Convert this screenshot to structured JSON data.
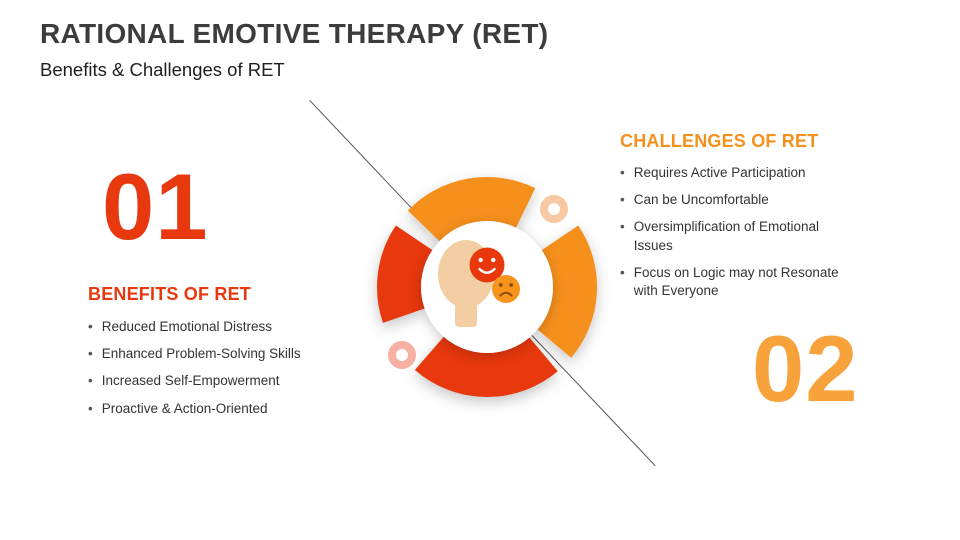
{
  "slide": {
    "title": "RATIONAL EMOTIVE THERAPY (RET)",
    "subtitle": "Benefits & Challenges of RET"
  },
  "bullet_glyph": "•",
  "benefits": {
    "number": "01",
    "heading": "BENEFITS OF RET",
    "items": [
      "Reduced Emotional Distress",
      "Enhanced Problem-Solving Skills",
      "Increased Self-Empowerment",
      "Proactive & Action-Oriented"
    ]
  },
  "challenges": {
    "number": "02",
    "heading": "CHALLENGES OF RET",
    "items": [
      "Requires Active Participation",
      "Can be Uncomfortable",
      "Oversimplification of Emotional Issues",
      "Focus on Logic may not Resonate with Everyone"
    ]
  },
  "graphic": {
    "icons": [
      "head-icon",
      "happy-face-icon",
      "sad-face-icon",
      "orange-donut-icon",
      "red-donut-icon"
    ],
    "colors": {
      "red_accent": "#E8380D",
      "orange_accent": "#F6901D",
      "number_02_orange": "#F7A23B",
      "light_orange_ring": "#F8C8A2",
      "light_red_ring": "#F6B0A4",
      "head_skin": "#F2CEA2",
      "title_text": "#3C3C3C",
      "body_text": "#333333",
      "divider_line": "#555555"
    }
  }
}
